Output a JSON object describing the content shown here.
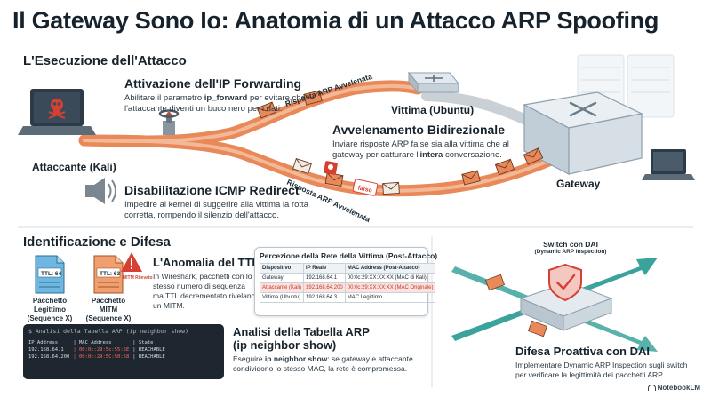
{
  "title": "Il Gateway Sono Io: Anatomia di un Attacco ARP Spoofing",
  "attack_section": {
    "heading": "L'Esecuzione dell'Attacco",
    "ip_forwarding": {
      "title": "Attivazione dell'IP Forwarding",
      "line1_pre": "Abilitare il parametro ",
      "line1_bold": "ip_forward",
      "line1_post": " per evitare che",
      "line2": "l'attaccante diventi un buco nero per i dati."
    },
    "icmp": {
      "title": "Disabilitazione ICMP Redirect",
      "line1": "Impedire al kernel di suggerire alla vittima la rotta",
      "line2": "corretta, rompendo il silenzio dell'attacco."
    },
    "bidirectional": {
      "title": "Avvelenamento Bidirezionale",
      "line1": "Inviare risposte ARP false sia alla vittima che al",
      "line2_pre": "gateway per catturare l'",
      "line2_bold": "intera",
      "line2_post": " conversazione."
    },
    "labels": {
      "attacker": "Attaccante (Kali)",
      "victim": "Vittima (Ubuntu)",
      "gateway": "Gateway",
      "poisoned_top": "Risposta ARP Avvelenata",
      "poisoned_bottom": "Risposta ARP Avvelenata",
      "false_tag": "falso"
    }
  },
  "defense_section": {
    "heading": "Identificazione e Difesa",
    "ttl": {
      "title": "L'Anomalia del TTL",
      "line1": "In Wireshark, pacchetti con lo",
      "line2": "stesso numero di sequenza",
      "line3": "ma TTL decrementato rivelano",
      "line4": "un MITM.",
      "legit_tag": "TTL: 64",
      "legit_label_1": "Pacchetto Legittimo",
      "legit_label_2": "(Sequence X)",
      "mitm_tag": "TTL: 63",
      "mitm_mark": "MITM Rilevato",
      "mitm_label_1": "Pacchetto MITM",
      "mitm_label_2": "(Sequence X)"
    },
    "perception_table": {
      "title": "Percezione della Rete della Vittima (Post-Attacco)",
      "headers": [
        "Dispositivo",
        "IP Reale",
        "MAC Address (Post-Attacco)"
      ],
      "row1": [
        "Gateway",
        "192.168.64.1",
        "00:0c:29:XX:XX:XX (MAC di Kali)"
      ],
      "row2": [
        "Attaccante (Kali)",
        "192.168.64.200",
        "00:0c:29:XX:XX:XX (MAC Originale)"
      ],
      "row3": [
        "Vittima (Ubuntu)",
        "192.168.64.3",
        "MAC Legittimo"
      ]
    },
    "terminal": {
      "title": "$ Analisi della Tabella ARP (ip neighbor show)",
      "headers": [
        "IP Address",
        "| MAC Address",
        "| State"
      ],
      "row1": [
        "192.168.64.1",
        "| 00:0c:29:5c:55:5E",
        "| REACHABLE"
      ],
      "row2": [
        "192.168.64.200",
        "| 00:0c:29:5C:50:58",
        "| REACHABLE"
      ]
    },
    "arp_analysis": {
      "title_line1": "Analisi della Tabella ARP",
      "title_line2": "(ip neighbor show)",
      "line1_pre": "Eseguire ",
      "line1_bold": "ip neighbor show",
      "line1_post": ": se gateway e attaccante",
      "line2": "condividono lo stesso MAC, la rete è compromessa."
    },
    "dai": {
      "switch_label_1": "Switch con DAI",
      "switch_label_2": "(Dynamic ARP Inspection)",
      "title": "Difesa Proattiva con DAI",
      "line1": "Implementare Dynamic ARP Inspection sugli switch",
      "line2": "per verificare la legittimità dei pacchetti ARP."
    }
  },
  "brand": "NotebookLM",
  "colors": {
    "attack_path": "#e9895a",
    "defense_teal": "#3ba39b",
    "alert_red": "#d64032",
    "navy": "#2d3b48"
  }
}
